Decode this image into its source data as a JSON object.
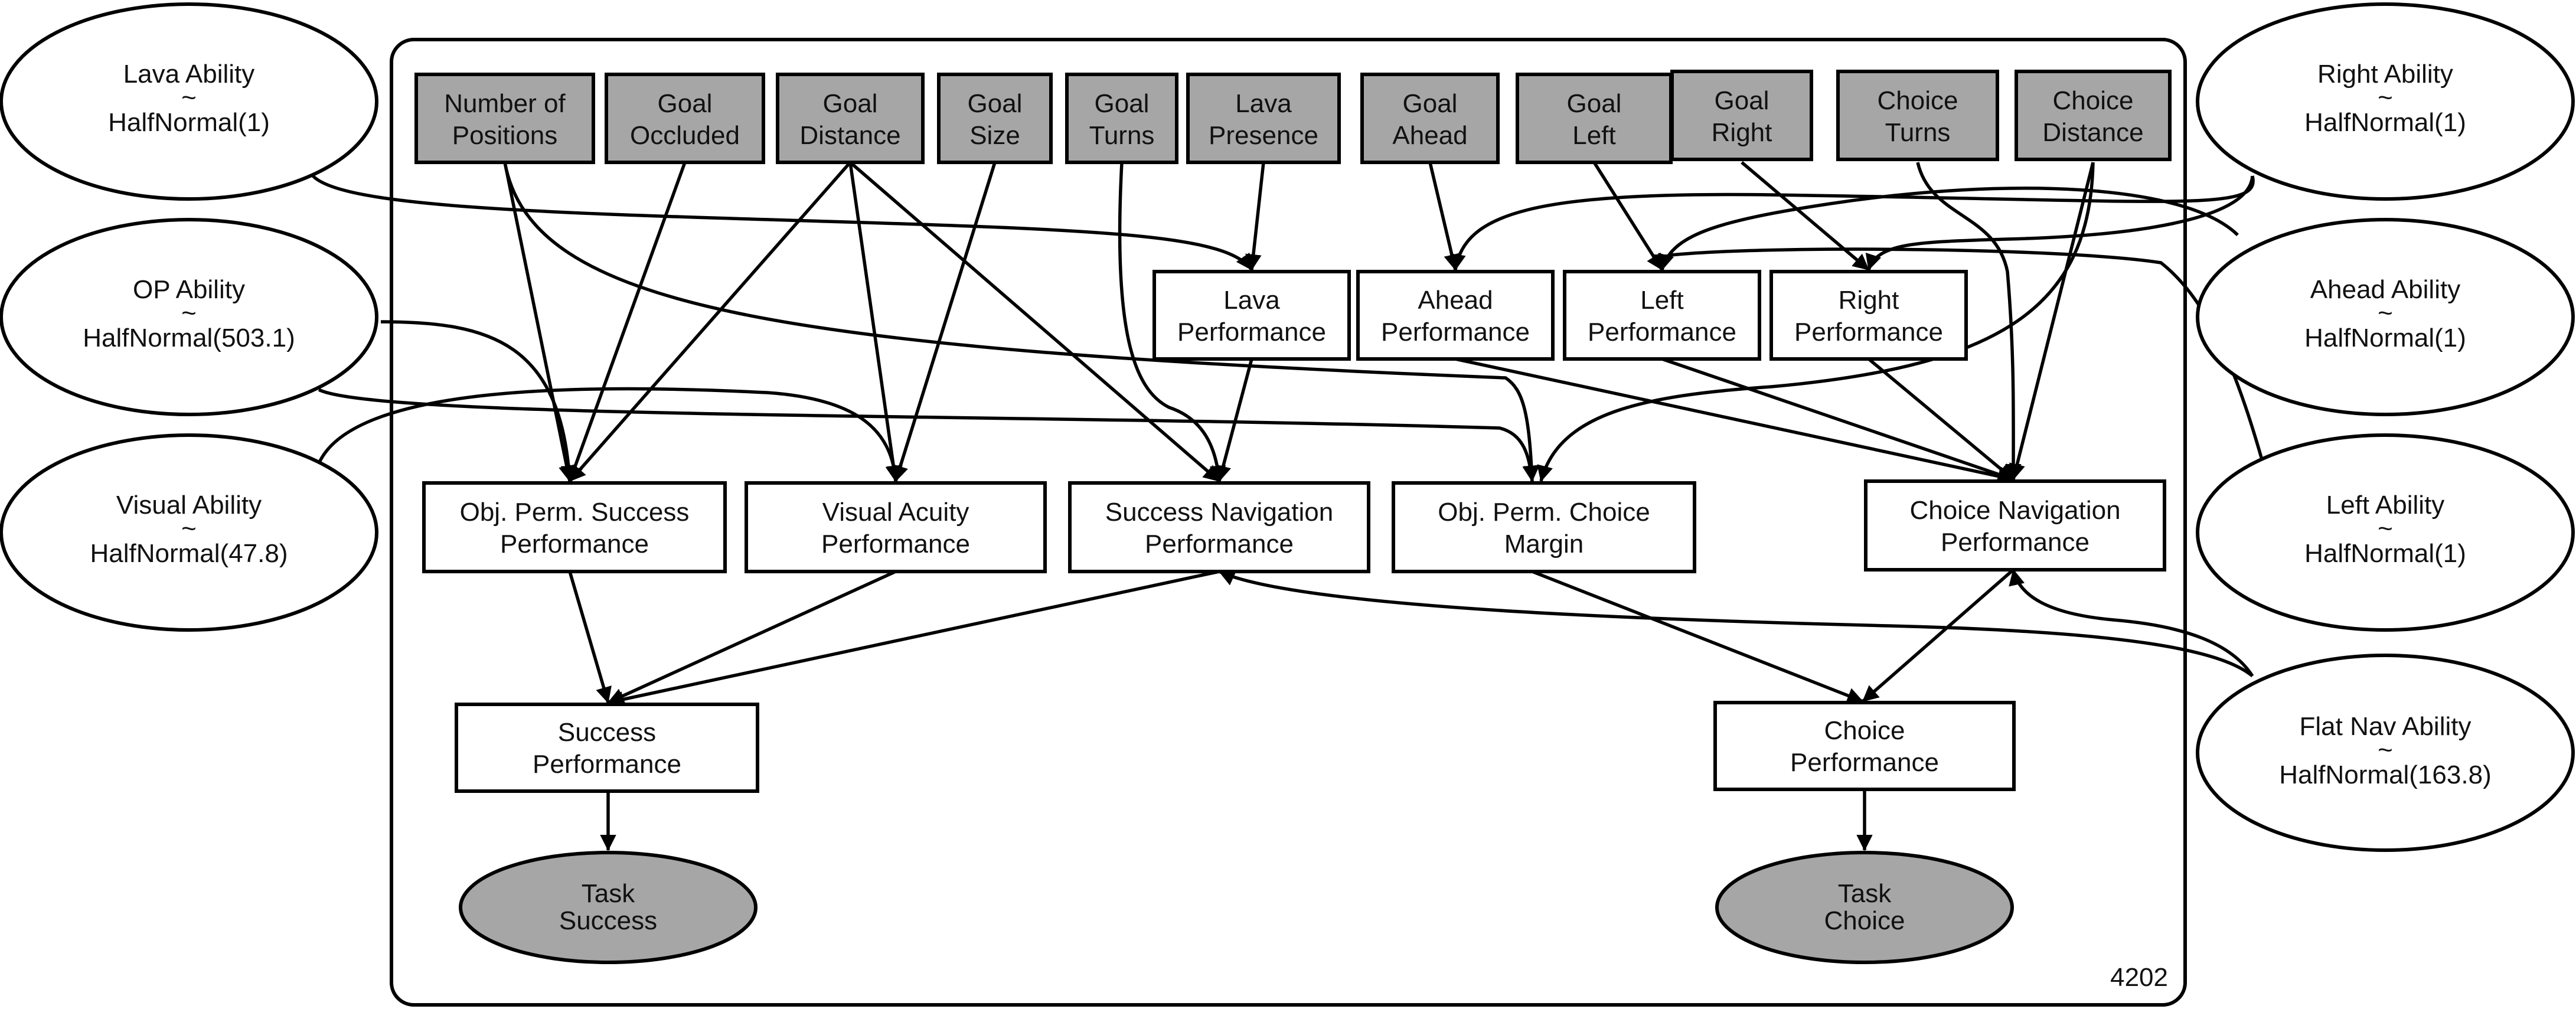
{
  "plate": {
    "label": "4202"
  },
  "nodes": {
    "num_positions": [
      "Number of",
      "Positions"
    ],
    "goal_occluded": [
      "Goal",
      "Occluded"
    ],
    "goal_distance": [
      "Goal",
      "Distance"
    ],
    "goal_size": [
      "Goal",
      "Size"
    ],
    "goal_turns": [
      "Goal",
      "Turns"
    ],
    "lava_presence": [
      "Lava",
      "Presence"
    ],
    "goal_ahead": [
      "Goal",
      "Ahead"
    ],
    "goal_left": [
      "Goal",
      "Left"
    ],
    "goal_right": [
      "Goal",
      "Right"
    ],
    "choice_turns": [
      "Choice",
      "Turns"
    ],
    "choice_distance": [
      "Choice",
      "Distance"
    ],
    "lava_perf": [
      "Lava",
      "Performance"
    ],
    "ahead_perf": [
      "Ahead",
      "Performance"
    ],
    "left_perf": [
      "Left",
      "Performance"
    ],
    "right_perf": [
      "Right",
      "Performance"
    ],
    "op_success_perf": [
      "Obj. Perm. Success",
      "Performance"
    ],
    "visual_acuity_perf": [
      "Visual Acuity",
      "Performance"
    ],
    "success_nav_perf": [
      "Success Navigation",
      "Performance"
    ],
    "op_choice_margin": [
      "Obj. Perm. Choice",
      "Margin"
    ],
    "choice_nav_perf": [
      "Choice Navigation",
      "Performance"
    ],
    "success_perf": [
      "Success",
      "Performance"
    ],
    "choice_perf": [
      "Choice",
      "Performance"
    ],
    "task_success": [
      "Task",
      "Success"
    ],
    "task_choice": [
      "Task",
      "Choice"
    ],
    "lava_ability": [
      "Lava Ability",
      "~",
      "HalfNormal(1)"
    ],
    "op_ability": [
      "OP Ability",
      "~",
      "HalfNormal(503.1)"
    ],
    "visual_ability": [
      "Visual Ability",
      "~",
      "HalfNormal(47.8)"
    ],
    "right_ability": [
      "Right Ability",
      "~",
      "HalfNormal(1)"
    ],
    "ahead_ability": [
      "Ahead Ability",
      "~",
      "HalfNormal(1)"
    ],
    "left_ability": [
      "Left Ability",
      "~",
      "HalfNormal(1)"
    ],
    "flat_nav_ability": [
      "Flat Nav Ability",
      "~",
      "HalfNormal(163.8)"
    ]
  },
  "colors": {
    "observed_fill": "#a6a6a6",
    "latent_fill": "#ffffff",
    "stroke": "#000000"
  }
}
